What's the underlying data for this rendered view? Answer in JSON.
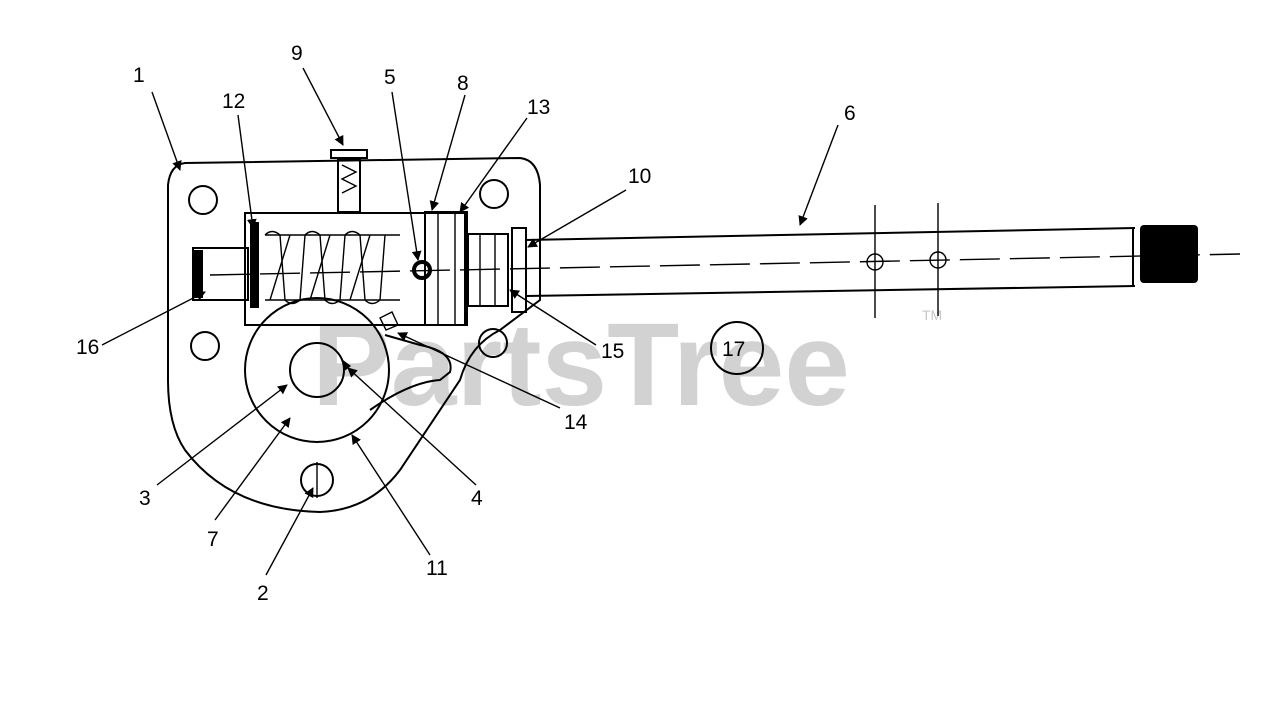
{
  "watermark": {
    "text": "PartsTree",
    "trademark": "TM"
  },
  "callouts": [
    "1",
    "2",
    "3",
    "4",
    "5",
    "6",
    "7",
    "8",
    "9",
    "10",
    "11",
    "12",
    "13",
    "14",
    "15",
    "16",
    "17"
  ]
}
